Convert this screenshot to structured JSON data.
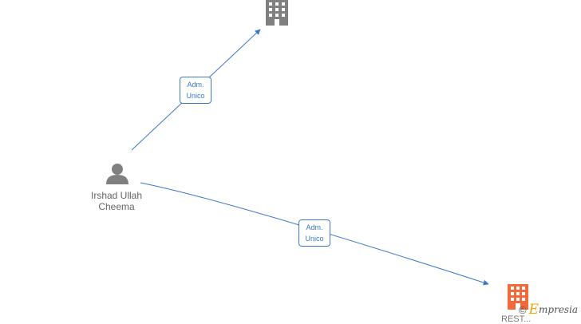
{
  "person": {
    "name_line1": "Irshad Ullah",
    "name_line2": "Cheema",
    "icon": "person-icon"
  },
  "companies": [
    {
      "icon": "building-icon",
      "color": "#808080",
      "label": ""
    },
    {
      "icon": "building-icon",
      "color": "#f26a3a",
      "label": "REST..."
    }
  ],
  "relations": [
    {
      "line1": "Adm.",
      "line2": "Unico",
      "from": "person",
      "to": "company-1"
    },
    {
      "line1": "Adm.",
      "line2": "Unico",
      "from": "person",
      "to": "company-2"
    }
  ],
  "colors": {
    "edge": "#3a78c9",
    "person": "#808080",
    "company_gray": "#808080",
    "company_orange": "#f26a3a",
    "brand_accent": "#f0a500"
  },
  "brand": {
    "copyright": "©",
    "initial": "E",
    "rest": "mpresia"
  }
}
